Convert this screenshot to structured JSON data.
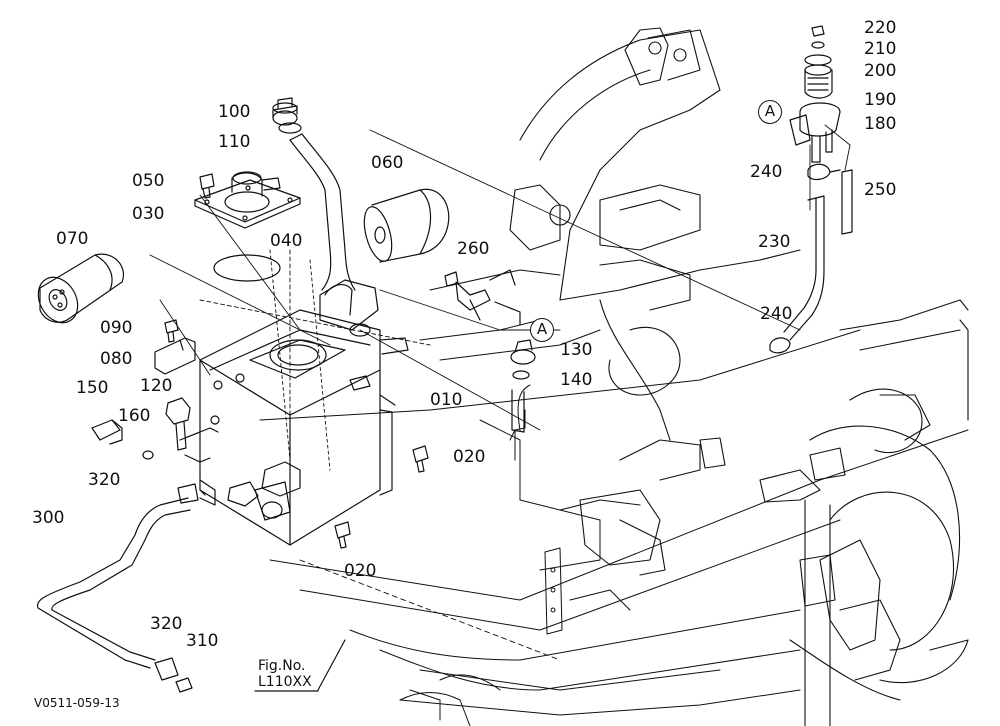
{
  "diagram_id": "V0511-059-13",
  "figure_ref": {
    "line1": "Fig.No.",
    "line2": "L110XX"
  },
  "callout_marker": "A",
  "parts": [
    {
      "label": "100"
    },
    {
      "label": "110"
    },
    {
      "label": "050"
    },
    {
      "label": "030"
    },
    {
      "label": "060"
    },
    {
      "label": "040"
    },
    {
      "label": "070"
    },
    {
      "label": "260"
    },
    {
      "label": "090"
    },
    {
      "label": "080"
    },
    {
      "label": "130"
    },
    {
      "label": "140"
    },
    {
      "label": "120"
    },
    {
      "label": "150"
    },
    {
      "label": "160"
    },
    {
      "label": "010"
    },
    {
      "label": "020"
    },
    {
      "label": "320"
    },
    {
      "label": "300"
    },
    {
      "label": "020"
    },
    {
      "label": "320"
    },
    {
      "label": "310"
    },
    {
      "label": "220"
    },
    {
      "label": "210"
    },
    {
      "label": "200"
    },
    {
      "label": "190"
    },
    {
      "label": "180"
    },
    {
      "label": "240"
    },
    {
      "label": "250"
    },
    {
      "label": "230"
    },
    {
      "label": "240"
    }
  ]
}
